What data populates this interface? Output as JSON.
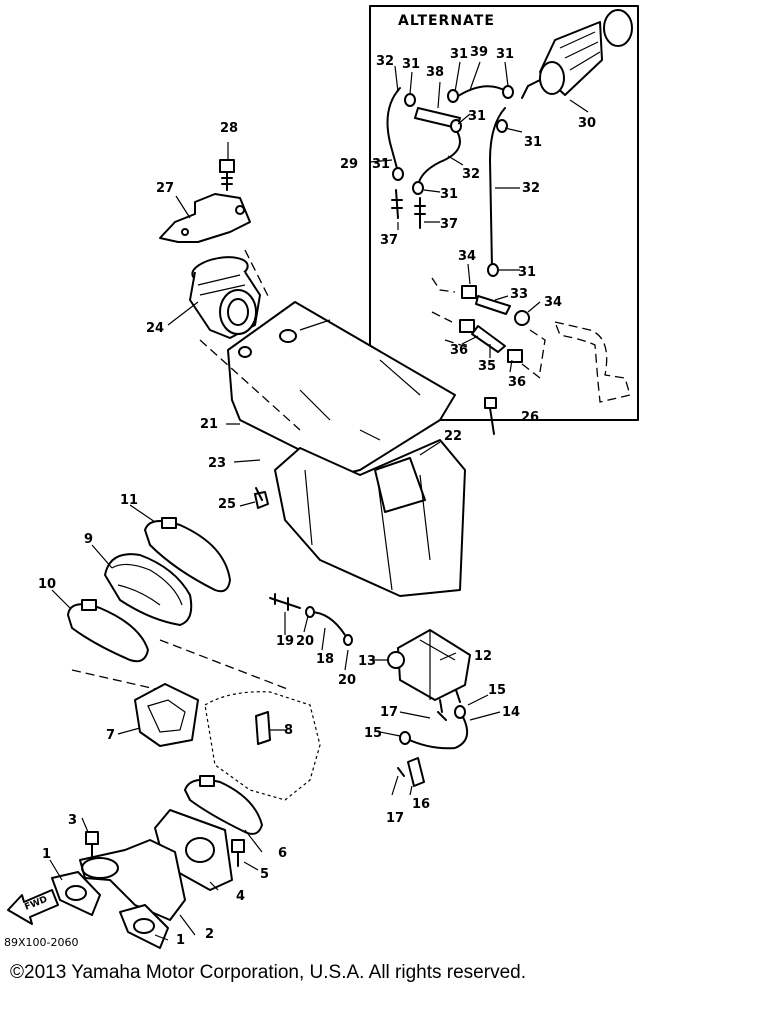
{
  "alternate_box": {
    "title": "ALTERNATE"
  },
  "reference_code": "89X100-2060",
  "fwd_label": "FWD",
  "copyright": "©2013 Yamaha Motor Corporation, U.S.A. All rights reserved.",
  "callouts": {
    "c1a": "1",
    "c1b": "1",
    "c2": "2",
    "c3": "3",
    "c4": "4",
    "c5": "5",
    "c6": "6",
    "c7": "7",
    "c8": "8",
    "c9": "9",
    "c10": "10",
    "c11": "11",
    "c12": "12",
    "c13": "13",
    "c14": "14",
    "c15a": "15",
    "c15b": "15",
    "c16": "16",
    "c17a": "17",
    "c17b": "17",
    "c18": "18",
    "c19": "19",
    "c20a": "20",
    "c20b": "20",
    "c21": "21",
    "c22": "22",
    "c23": "23",
    "c24": "24",
    "c25": "25",
    "c26": "26",
    "c27": "27",
    "c28": "28",
    "c29": "29",
    "c30": "30",
    "c31a": "31",
    "c31b": "31",
    "c31c": "31",
    "c31d": "31",
    "c31e": "31",
    "c31f": "31",
    "c31g": "31",
    "c31h": "31",
    "c32a": "32",
    "c32b": "32",
    "c32c": "32",
    "c33": "33",
    "c34a": "34",
    "c34b": "34",
    "c35": "35",
    "c36a": "36",
    "c36b": "36",
    "c37a": "37",
    "c37b": "37",
    "c38": "38",
    "c39": "39"
  }
}
